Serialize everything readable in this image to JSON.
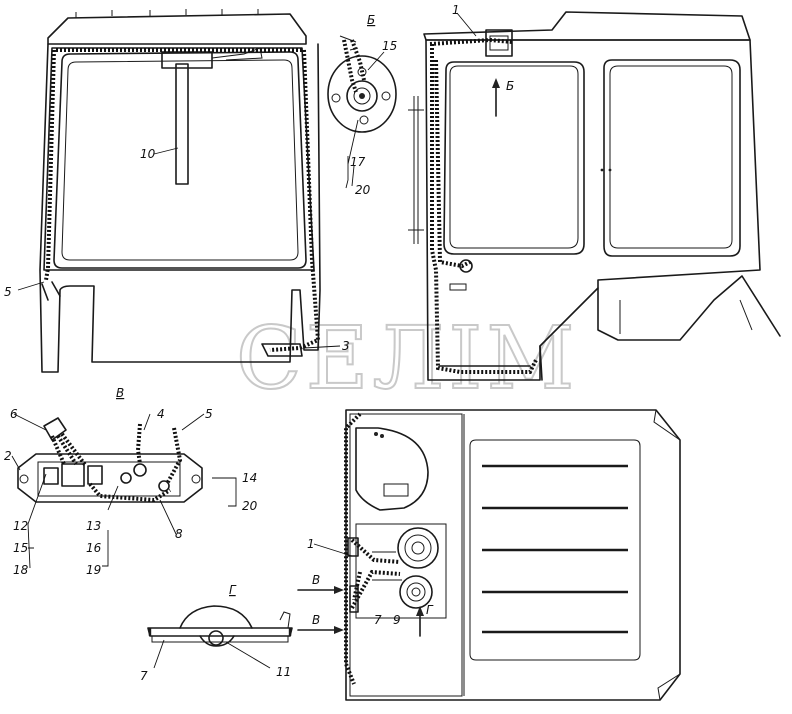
{
  "watermark": "СЕЛІМ",
  "views": {
    "b": "Б",
    "v": "В",
    "g": "Г"
  },
  "callouts": {
    "c1": "1",
    "c2": "2",
    "c3": "3",
    "c4": "4",
    "c5a": "5",
    "c5b": "5",
    "c6": "6",
    "c7a": "7",
    "c7b": "7",
    "c8": "8",
    "c9": "9",
    "c10": "10",
    "c11": "11",
    "c12": "12",
    "c13": "13",
    "c14": "14",
    "c15a": "15",
    "c15b": "15",
    "c16": "16",
    "c17": "17",
    "c18": "18",
    "c19": "19",
    "c20a": "20",
    "c20b": "20",
    "c1b": "1"
  },
  "arrows": {
    "arrowB": "Б",
    "arrowV1": "В",
    "arrowV2": "В",
    "arrowG": "Г"
  }
}
